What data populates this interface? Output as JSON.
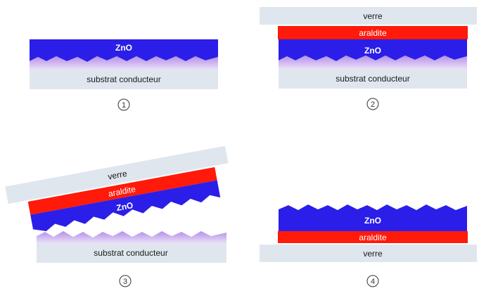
{
  "steps": [
    {
      "number": "1",
      "layers": {
        "zno": "ZnO",
        "substrate": "substrat conducteur"
      }
    },
    {
      "number": "2",
      "layers": {
        "glass": "verre",
        "araldite": "araldite",
        "zno": "ZnO",
        "substrate": "substrat conducteur"
      }
    },
    {
      "number": "3",
      "layers": {
        "glass": "verre",
        "araldite": "araldite",
        "zno": "ZnO",
        "substrate": "substrat conducteur"
      }
    },
    {
      "number": "4",
      "layers": {
        "zno": "ZnO",
        "araldite": "araldite",
        "glass": "verre"
      }
    }
  ],
  "colors": {
    "zno": "#2b1ee8",
    "araldite": "#ff1a0a",
    "glass": "#dfe6ee",
    "substrate": "#dfe6ee",
    "rough": "#c8a8ee",
    "label_light": "#ffffff",
    "label_dark": "#1a1a1a"
  }
}
